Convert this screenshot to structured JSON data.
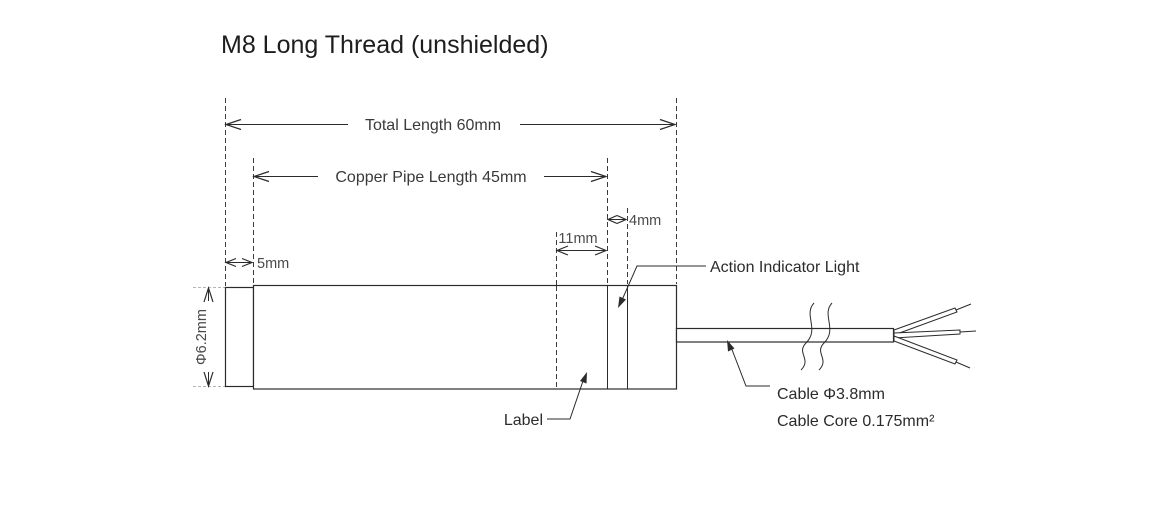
{
  "title": "M8 Long Thread (unshielded)",
  "dimensions": {
    "total_length": "Total Length 60mm",
    "copper_pipe_length": "Copper Pipe Length 45mm",
    "label_section_width": "11mm",
    "indicator_section_width": "4mm",
    "thread_section_length": "5mm",
    "body_diameter": "Φ6.2mm"
  },
  "callouts": {
    "action_indicator_light": "Action Indicator Light",
    "label": "Label",
    "cable_diameter": "Cable Φ3.8mm",
    "cable_core": "Cable Core 0.175mm²"
  },
  "colors": {
    "background": "#ffffff",
    "line": "#2b2b2b",
    "dimension_text": "#3a3a3a",
    "extension_line_gray": "#b5b5b5"
  }
}
